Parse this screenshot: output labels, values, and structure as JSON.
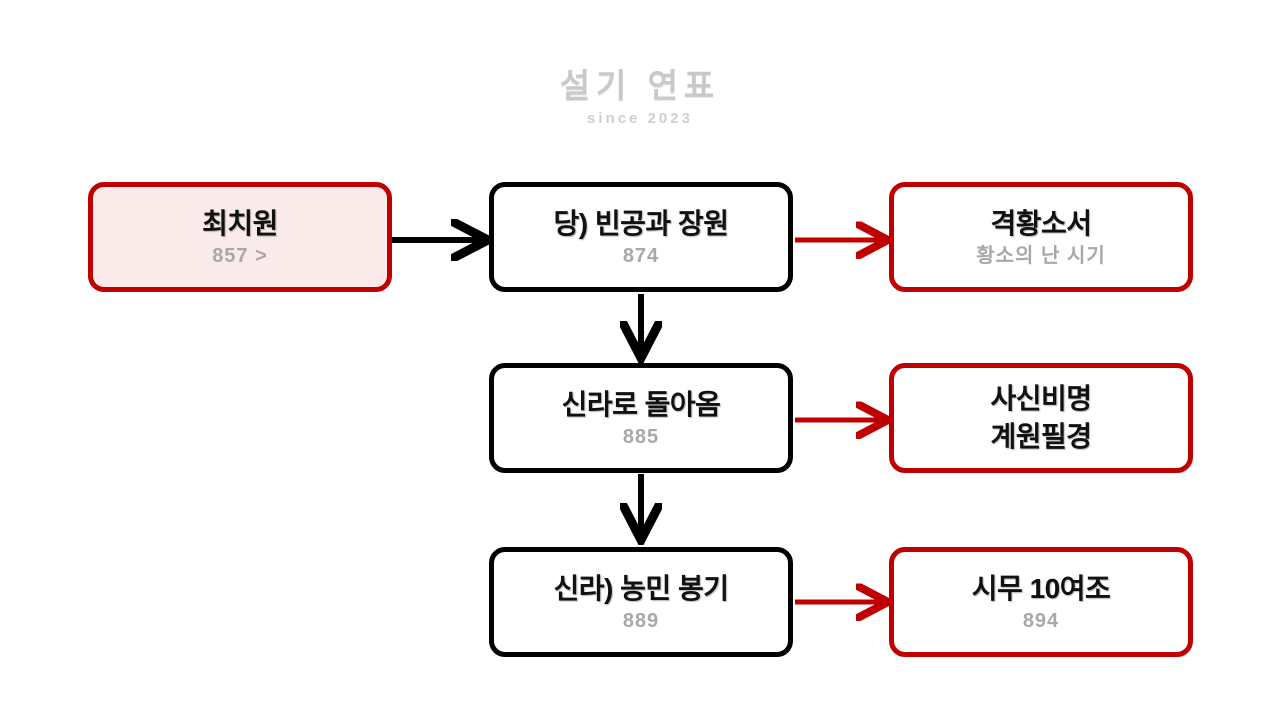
{
  "header": {
    "logo_title": "설기 연표",
    "logo_subtitle": "since 2023"
  },
  "colors": {
    "background": "#ffffff",
    "black_border": "#000000",
    "red_border": "#c00000",
    "red_fill": "#fbeaea",
    "subtitle_gray": "#a8a8a8",
    "logo_gray": "#c9c9c9",
    "arrow_black": "#000000",
    "arrow_red": "#c00000"
  },
  "diagram": {
    "nodes": [
      {
        "id": "choe-chiwon",
        "title": "최치원",
        "subtitle": "857 >",
        "style": "red-fill",
        "column": "left",
        "row": 1
      },
      {
        "id": "tang-bingongwa",
        "title": "당) 빈공과 장원",
        "subtitle": "874",
        "style": "black",
        "column": "center",
        "row": 1
      },
      {
        "id": "gyeokhwangsoseo",
        "title": "격황소서",
        "subtitle": "황소의 난 시기",
        "style": "red",
        "column": "right",
        "row": 1
      },
      {
        "id": "return-to-silla",
        "title": "신라로 돌아옴",
        "subtitle": "885",
        "style": "black",
        "column": "center",
        "row": 2
      },
      {
        "id": "sasinbimyeong",
        "title_line1": "사신비명",
        "title_line2": "계원필경",
        "style": "red",
        "column": "right",
        "row": 2
      },
      {
        "id": "silla-peasant-revolt",
        "title": "신라) 농민 봉기",
        "subtitle": "889",
        "style": "black",
        "column": "center",
        "row": 3
      },
      {
        "id": "simu-10",
        "title": "시무 10여조",
        "subtitle": "894",
        "style": "red",
        "column": "right",
        "row": 3
      }
    ],
    "edges": [
      {
        "id": "edge-choe-to-tang",
        "from": "choe-chiwon",
        "to": "tang-bingongwa",
        "color": "black",
        "direction": "horizontal"
      },
      {
        "id": "edge-tang-to-gyeokhwang",
        "from": "tang-bingongwa",
        "to": "gyeokhwangsoseo",
        "color": "red",
        "direction": "horizontal"
      },
      {
        "id": "edge-tang-to-return",
        "from": "tang-bingongwa",
        "to": "return-to-silla",
        "color": "black",
        "direction": "vertical"
      },
      {
        "id": "edge-return-to-sasin",
        "from": "return-to-silla",
        "to": "sasinbimyeong",
        "color": "red",
        "direction": "horizontal"
      },
      {
        "id": "edge-return-to-revolt",
        "from": "return-to-silla",
        "to": "silla-peasant-revolt",
        "color": "black",
        "direction": "vertical"
      },
      {
        "id": "edge-revolt-to-simu",
        "from": "silla-peasant-revolt",
        "to": "simu-10",
        "color": "red",
        "direction": "horizontal"
      }
    ]
  }
}
